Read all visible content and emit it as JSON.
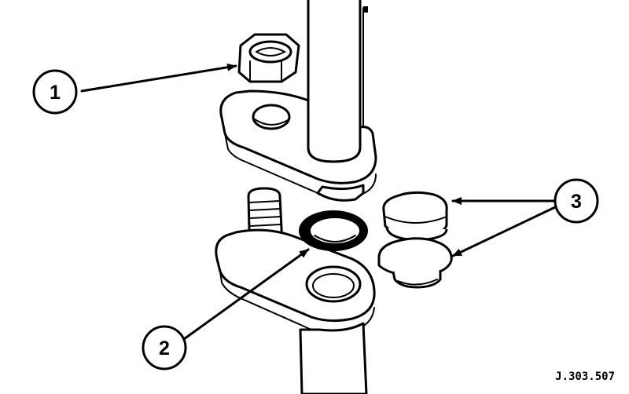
{
  "diagram": {
    "callouts": [
      {
        "label": "1",
        "part": "nut"
      },
      {
        "label": "2",
        "part": "seal-ring"
      },
      {
        "label": "3",
        "part": "bushes"
      }
    ],
    "reference_code": "J.303.507"
  }
}
